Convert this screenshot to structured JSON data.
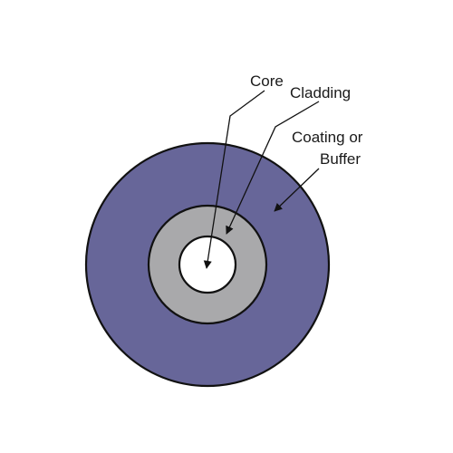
{
  "labels": {
    "core": "Core",
    "cladding": "Cladding",
    "coating_line1": "Coating or",
    "coating_line2": "Buffer"
  },
  "colors": {
    "coating": "#676699",
    "cladding": "#a9a9ab",
    "core": "#ffffff",
    "outline": "#111111",
    "text": "#1a1a1a",
    "background": "#ffffff"
  }
}
